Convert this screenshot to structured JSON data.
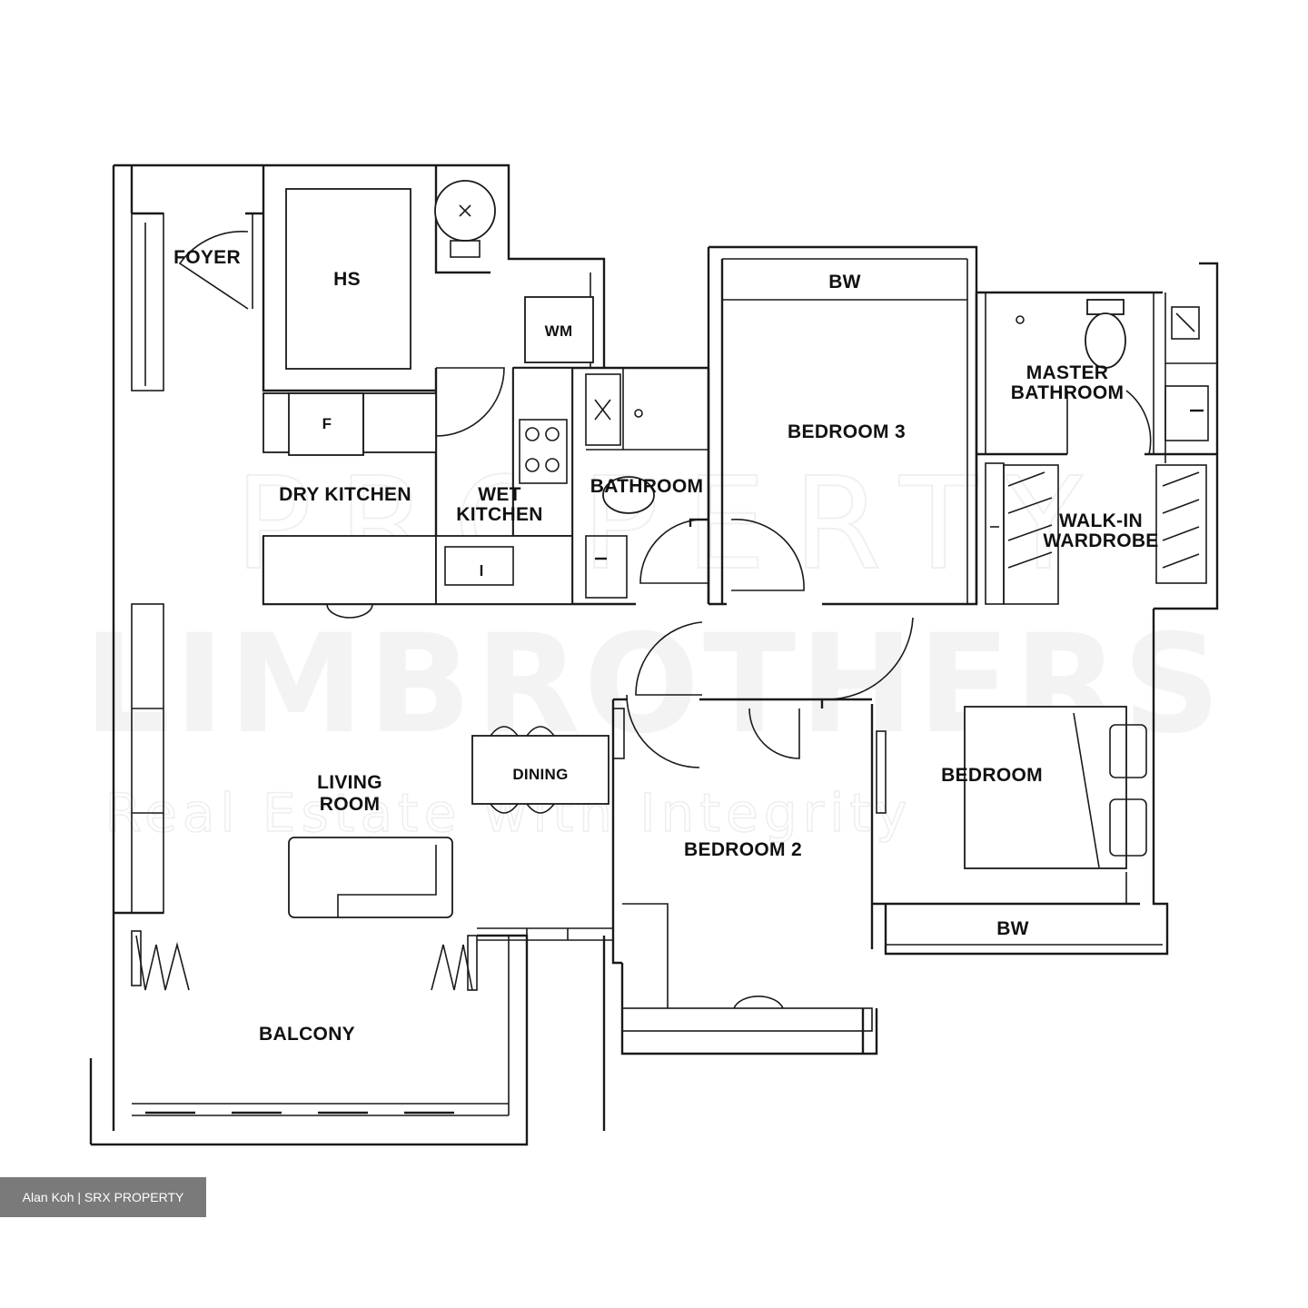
{
  "rooms": {
    "foyer": "FOYER",
    "hs": "HS",
    "wm": "WM",
    "fridge": "F",
    "dry_kitchen": "DRY KITCHEN",
    "wet_kitchen_1": "WET",
    "wet_kitchen_2": "KITCHEN",
    "bathroom": "BATHROOM",
    "bedroom3": "BEDROOM 3",
    "bw_top": "BW",
    "master_bath_1": "MASTER",
    "master_bath_2": "BATHROOM",
    "walkin_1": "WALK-IN",
    "walkin_2": "WARDROBE",
    "living_1": "LIVING",
    "living_2": "ROOM",
    "dining": "DINING",
    "master_bedroom": "BEDROOM",
    "bedroom2": "BEDROOM 2",
    "bw_bottom": "BW",
    "balcony": "BALCONY"
  },
  "watermark": {
    "line1": "PROPERTY",
    "line2": "LIMBROTHERS",
    "line3": "Real Estate with Integrity"
  },
  "credit": "Alan Koh | SRX PROPERTY"
}
